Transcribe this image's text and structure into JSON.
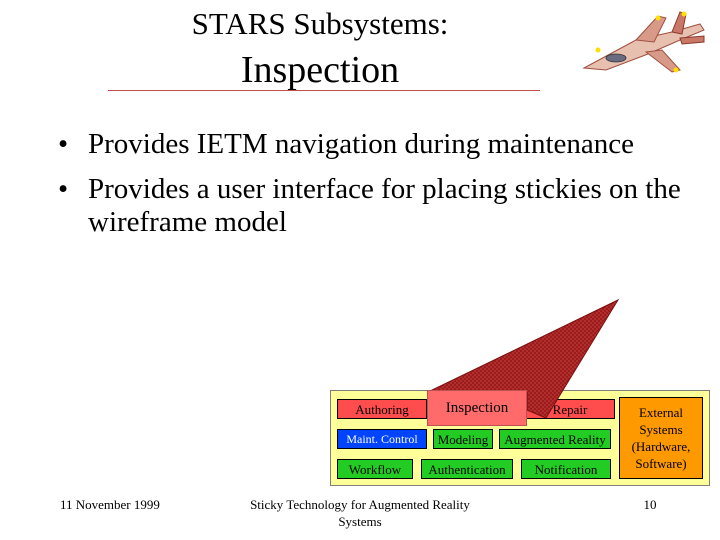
{
  "slide": {
    "title_line1": "STARS Subsystems:",
    "title_line2": "Inspection",
    "bullets": [
      "Provides IETM navigation during maintenance",
      "Provides a user interface for placing stickies on the wireframe model"
    ],
    "bullet_symbol": "•"
  },
  "image": {
    "icon": "fighter-jet-icon"
  },
  "diagram": {
    "highlighted": "Inspection",
    "rows": [
      [
        "Authoring",
        "Inspection",
        "Repair"
      ],
      [
        "Maint. Control",
        "Modeling",
        "Augmented Reality"
      ],
      [
        "Workflow",
        "Authentication",
        "Notification"
      ]
    ],
    "external": "External\nSystems\n(Hardware,\nSoftware)",
    "colors": {
      "panel": "#ffff99",
      "red": "#ff4d4d",
      "blue": "#0044ff",
      "green": "#22cc22",
      "orange": "#ff9900",
      "beam": "#9e1b1b"
    }
  },
  "footer": {
    "date": "11 November 1999",
    "center": "Sticky Technology for Augmented Reality Systems",
    "page": "10"
  }
}
